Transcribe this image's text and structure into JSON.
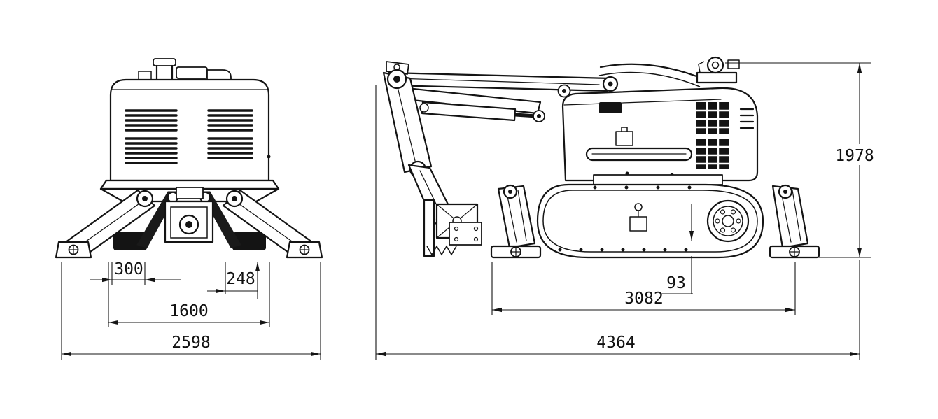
{
  "front_view": {
    "dim_offset": "300",
    "dim_pad": "248",
    "dim_inner_width": "1600",
    "dim_overall_width": "2598"
  },
  "side_view": {
    "dim_clearance": "93",
    "dim_span": "3082",
    "dim_overall_length": "4364",
    "dim_overall_height": "1978"
  }
}
